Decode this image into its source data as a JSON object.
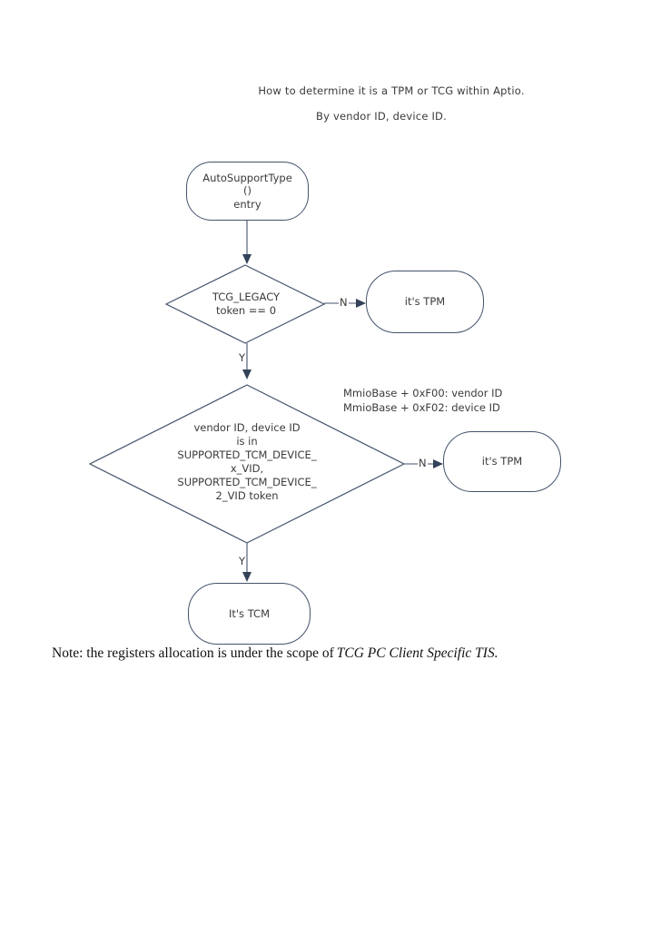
{
  "colors": {
    "background": "#ffffff",
    "shape_border": "#44536b",
    "connector": "#44536b",
    "arrowhead_fill": "#334258",
    "diagram_text": "#3a3a3a",
    "note_text": "#111111"
  },
  "header": {
    "title": "How to determine it is a TPM or TCG within Aptio.",
    "subtitle": "By vendor ID, device ID."
  },
  "flowchart": {
    "nodes": {
      "entry": {
        "type": "terminator",
        "label": "AutoSupportType\n()\nentry"
      },
      "decision_tcg_legacy": {
        "type": "decision",
        "label": "TCG_LEGACY\ntoken  == 0"
      },
      "tpm_top": {
        "type": "terminator",
        "label": "it's TPM"
      },
      "decision_vendor_device": {
        "type": "decision",
        "label": "vendor ID, device ID\nis in\nSUPPORTED_TCM_DEVICE_\nx_VID,\nSUPPORTED_TCM_DEVICE_\n2_VID token"
      },
      "tpm_right": {
        "type": "terminator",
        "label": "it's TPM"
      },
      "tcm": {
        "type": "terminator",
        "label": "It's TCM"
      }
    },
    "edges": {
      "decision1_no": {
        "label": "N"
      },
      "decision1_yes": {
        "label": "Y"
      },
      "decision2_no": {
        "label": "N"
      },
      "decision2_yes": {
        "label": "Y"
      }
    },
    "annotations": {
      "mmio": "MmioBase + 0xF00: vendor ID\nMmioBase + 0xF02: device ID"
    }
  },
  "note": {
    "prefix": "Note: the registers allocation is under the scope of",
    "emphasis": "TCG PC Client Specific TIS."
  }
}
